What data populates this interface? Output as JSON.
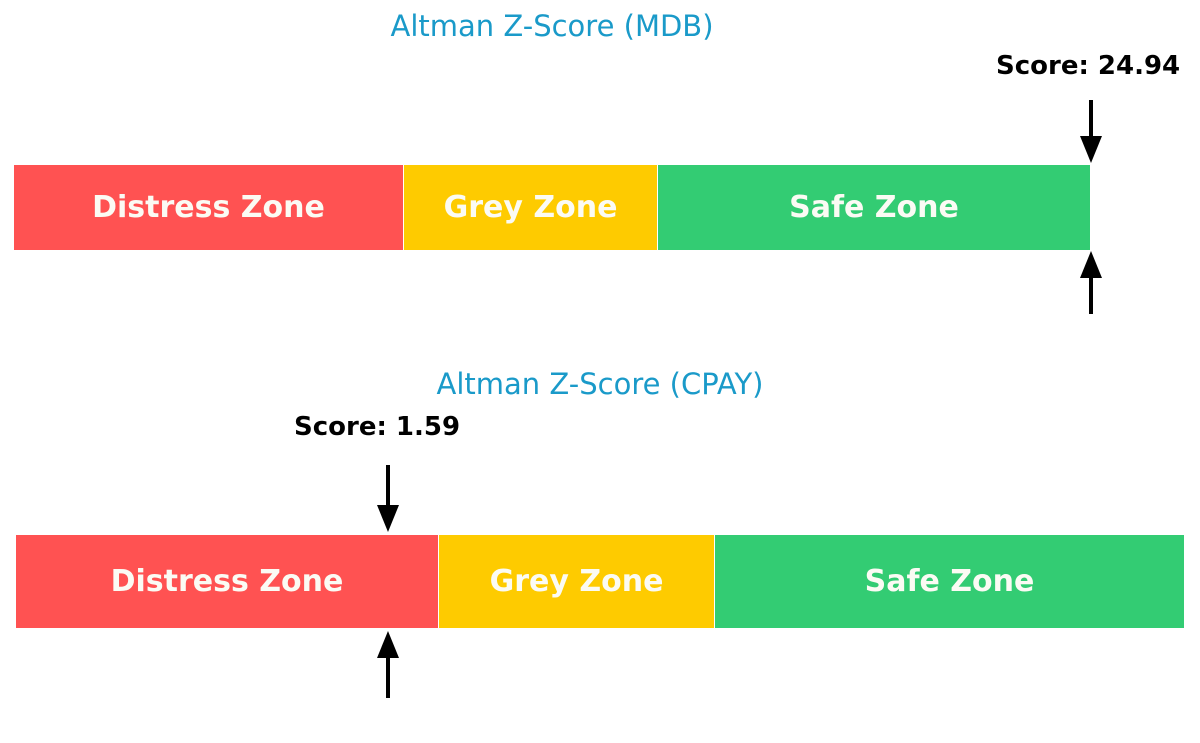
{
  "chart_data": [
    {
      "type": "bar",
      "title": "Altman Z-Score (MDB)",
      "ticker": "MDB",
      "score": 24.94,
      "score_label": "Score: 24.94",
      "zones": [
        {
          "label": "Distress Zone",
          "color": "#ff5252"
        },
        {
          "label": "Grey Zone",
          "color": "#fecb00"
        },
        {
          "label": "Safe Zone",
          "color": "#33cc73"
        }
      ],
      "marker_position": "right end of Safe Zone"
    },
    {
      "type": "bar",
      "title": "Altman Z-Score (CPAY)",
      "ticker": "CPAY",
      "score": 1.59,
      "score_label": "Score: 1.59",
      "zones": [
        {
          "label": "Distress Zone",
          "color": "#ff5252"
        },
        {
          "label": "Grey Zone",
          "color": "#fecb00"
        },
        {
          "label": "Safe Zone",
          "color": "#33cc73"
        }
      ],
      "marker_position": "within Distress Zone"
    }
  ],
  "colors": {
    "title": "#1a9ac9",
    "distress": "#ff5252",
    "grey": "#fecb00",
    "safe": "#33cc73"
  }
}
